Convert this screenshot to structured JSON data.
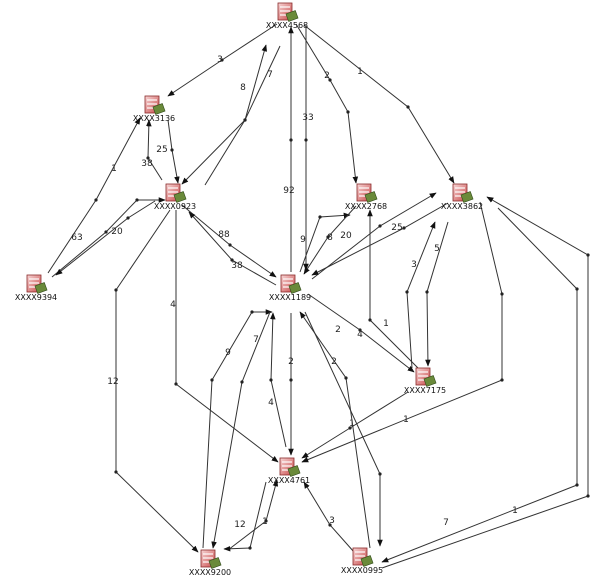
{
  "nodes": [
    {
      "id": "n4568",
      "label": "XXXX4568"
    },
    {
      "id": "n3136",
      "label": "XXXX3136"
    },
    {
      "id": "n0923",
      "label": "XXXX0923"
    },
    {
      "id": "n9394",
      "label": "XXXX9394"
    },
    {
      "id": "n2768",
      "label": "XXXX2768"
    },
    {
      "id": "n3862",
      "label": "XXXX3862"
    },
    {
      "id": "n1189",
      "label": "XXXX1189"
    },
    {
      "id": "n7175",
      "label": "XXXX7175"
    },
    {
      "id": "n4761",
      "label": "XXXX4761"
    },
    {
      "id": "n9200",
      "label": "XXXX9200"
    },
    {
      "id": "n0995",
      "label": "XXXX0995"
    }
  ],
  "edges": [
    {
      "from": "n4568",
      "to": "n3136",
      "label": "3"
    },
    {
      "from": "n4568",
      "to": "n2768",
      "label": "2"
    },
    {
      "from": "n4568",
      "to": "n3862",
      "label": "1"
    },
    {
      "from": "n4568",
      "to": "n1189",
      "label": "33"
    },
    {
      "from": "n1189",
      "to": "n4568",
      "label": "92"
    },
    {
      "from": "n0923",
      "to": "n4568",
      "label": "8"
    },
    {
      "from": "n4568",
      "to": "n0923",
      "label": "7"
    },
    {
      "from": "n3136",
      "to": "n0923",
      "label": "25"
    },
    {
      "from": "n0923",
      "to": "n3136",
      "label": "38"
    },
    {
      "from": "n9394",
      "to": "n3136",
      "label": "1"
    },
    {
      "from": "n9394",
      "to": "n0923",
      "label": "63"
    },
    {
      "from": "n0923",
      "to": "n9394",
      "label": "20"
    },
    {
      "from": "n0923",
      "to": "n1189",
      "label": "88"
    },
    {
      "from": "n1189",
      "to": "n0923",
      "label": "38"
    },
    {
      "from": "n0923",
      "to": "n4761",
      "label": "4"
    },
    {
      "from": "n0923",
      "to": "n9200",
      "label": "12"
    },
    {
      "from": "n1189",
      "to": "n2768",
      "label": "9"
    },
    {
      "from": "n2768",
      "to": "n1189",
      "label": "8"
    },
    {
      "from": "n1189",
      "to": "n3862",
      "label": "20"
    },
    {
      "from": "n3862",
      "to": "n1189",
      "label": "25"
    },
    {
      "from": "n1189",
      "to": "n7175",
      "label": "4"
    },
    {
      "from": "n7175",
      "to": "n2768",
      "label": "1"
    },
    {
      "from": "n7175",
      "to": "n3862",
      "label": "3"
    },
    {
      "from": "n3862",
      "to": "n7175",
      "label": "5"
    },
    {
      "from": "n7175",
      "to": "n4761",
      "label": "1"
    },
    {
      "from": "n3862",
      "to": "n4761",
      "label": "1"
    },
    {
      "from": "n3862",
      "to": "n0995",
      "label": "7"
    },
    {
      "from": "n0995",
      "to": "n3862",
      "label": "1"
    },
    {
      "from": "n1189",
      "to": "n4761",
      "label": "4"
    },
    {
      "from": "n4761",
      "to": "n1189",
      "label": "2"
    },
    {
      "from": "n9200",
      "to": "n1189",
      "label": "9"
    },
    {
      "from": "n1189",
      "to": "n9200",
      "label": "7"
    },
    {
      "from": "n1189",
      "to": "n0995",
      "label": "2"
    },
    {
      "from": "n0995",
      "to": "n1189",
      "label": "2"
    },
    {
      "from": "n9200",
      "to": "n4761",
      "label": "12"
    },
    {
      "from": "n4761",
      "to": "n9200",
      "label": "1"
    },
    {
      "from": "n0995",
      "to": "n4761",
      "label": "3"
    }
  ]
}
